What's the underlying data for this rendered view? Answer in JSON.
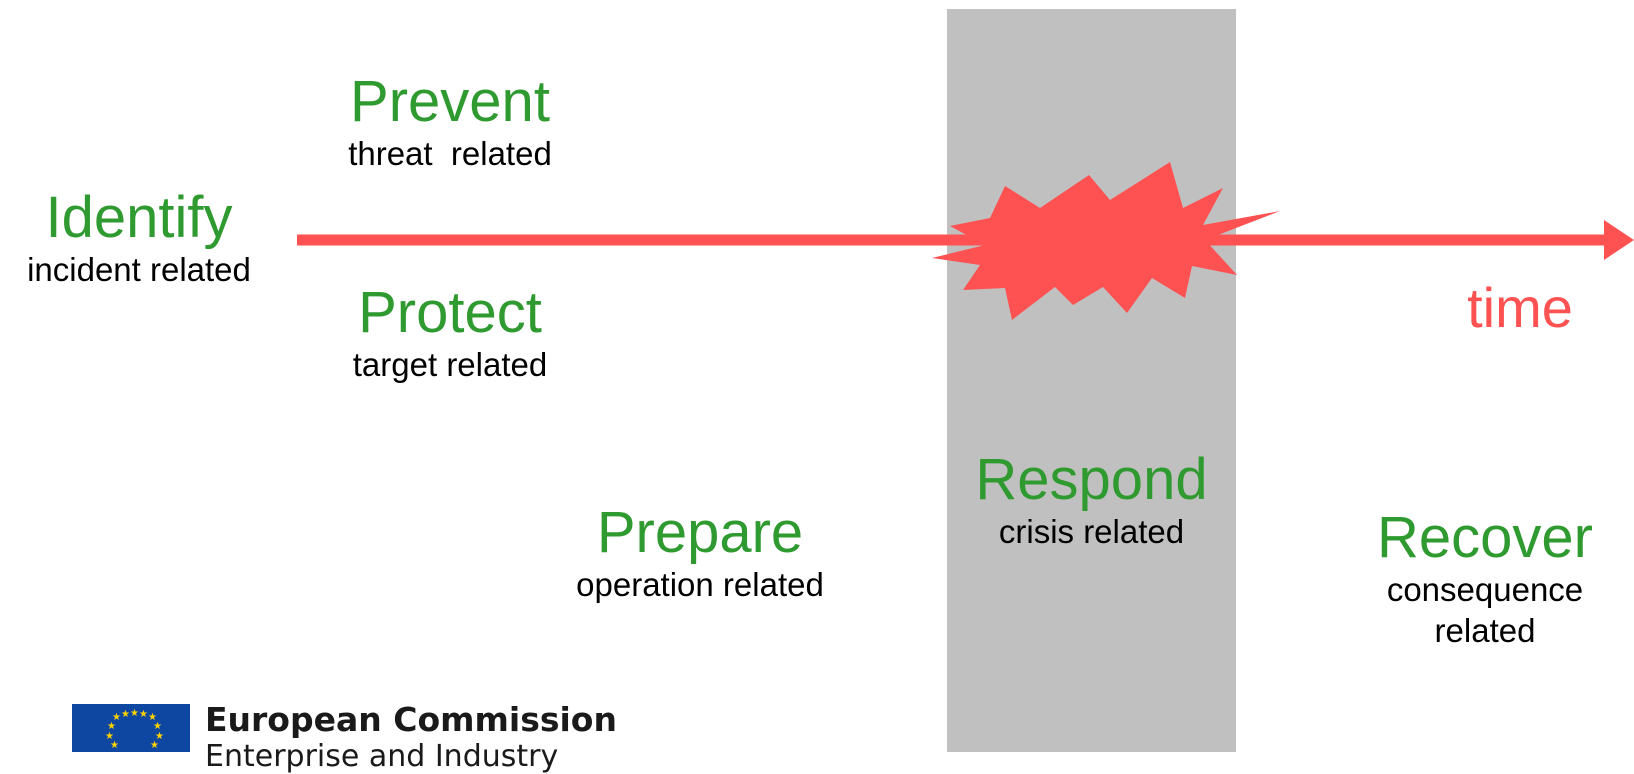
{
  "phases": {
    "identify": {
      "title": "Identify",
      "subtitle": "incident related"
    },
    "prevent": {
      "title": "Prevent",
      "subtitle": "threat  related"
    },
    "protect": {
      "title": "Protect",
      "subtitle": "target related"
    },
    "prepare": {
      "title": "Prepare",
      "subtitle": "operation related"
    },
    "respond": {
      "title": "Respond",
      "subtitle": "crisis related"
    },
    "recover": {
      "title": "Recover",
      "subtitle": "consequence related"
    }
  },
  "timeline": {
    "label": "time"
  },
  "footer": {
    "org_name": "European Commission",
    "org_sub": "Enterprise and Industry"
  },
  "colors": {
    "phase_title": "#2f9a2f",
    "timeline": "#fe5252",
    "crisis_band": "#c0c0c0",
    "eu_flag_blue": "#0e47a1",
    "eu_flag_stars": "#ffd200"
  },
  "icons": {
    "crisis": "explosion-burst-icon",
    "arrow": "arrow-right-icon",
    "logo": "eu-flag-icon"
  }
}
